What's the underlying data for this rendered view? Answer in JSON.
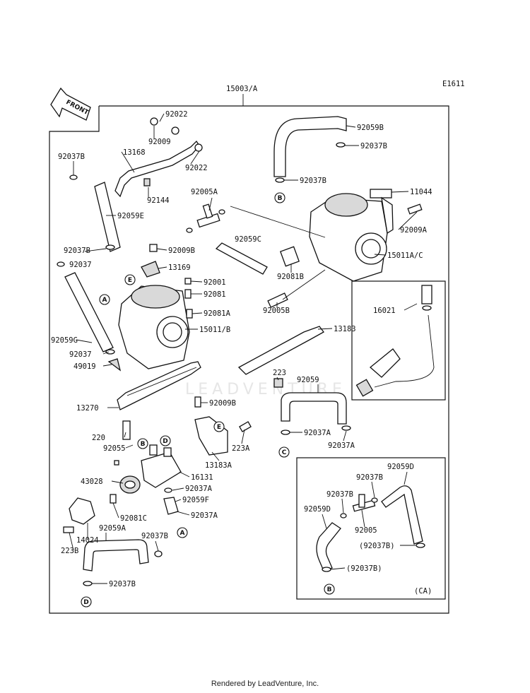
{
  "diagram_code": "E1611",
  "assembly_ref": "15003/A",
  "front_label": "FRONT",
  "watermark": "LEADVENTURE",
  "footer": "Rendered by LeadVenture, Inc.",
  "ca_box_label": "(CA)",
  "labels": [
    "92022",
    "92009",
    "92022",
    "13168",
    "92037B",
    "92144",
    "92059E",
    "92037B",
    "92037",
    "92009B",
    "13169",
    "92059G",
    "92037",
    "49019",
    "92001",
    "92081",
    "92081A",
    "15011/B",
    "92005A",
    "92059C",
    "92059B",
    "92037B",
    "92037B",
    "11044",
    "92009A",
    "92081B",
    "15011A/C",
    "92005B",
    "13183",
    "16021",
    "223",
    "92059",
    "13270",
    "92009B",
    "220",
    "92055",
    "223A",
    "13183A",
    "16131",
    "43028",
    "92037A",
    "92059F",
    "92081C",
    "92059A",
    "14024",
    "92037A",
    "223B",
    "92037B",
    "92037B",
    "92037A",
    "92037A",
    "92059D",
    "92037B",
    "92037B",
    "92059D",
    "92005",
    "(92037B)",
    "(92037B)"
  ],
  "callouts": [
    "A",
    "B",
    "C",
    "D",
    "E"
  ],
  "callout_marks": [
    "E",
    "A",
    "B",
    "D",
    "E",
    "B",
    "C",
    "A",
    "D",
    "B"
  ]
}
